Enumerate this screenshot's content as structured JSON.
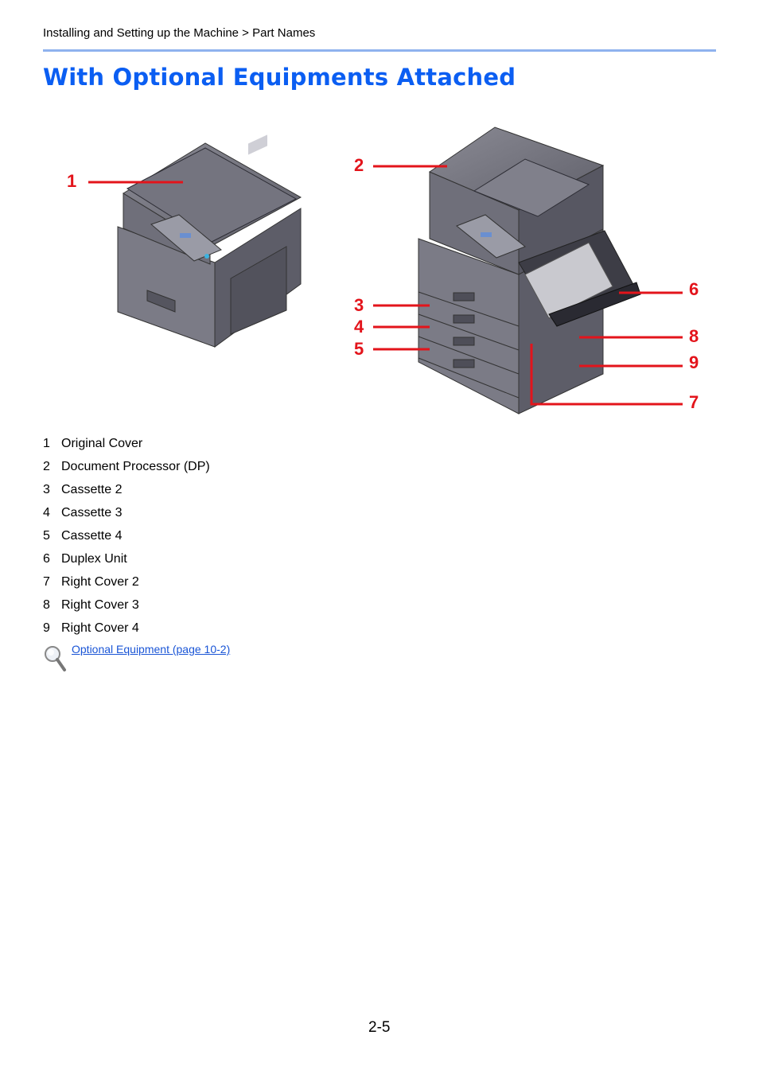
{
  "header": {
    "breadcrumb": "Installing and Setting up the Machine > Part Names"
  },
  "page": {
    "title": "With Optional Equipments Attached",
    "page_number": "2-5"
  },
  "colors": {
    "title": "#0b5ef2",
    "rule": "#8fb2ee",
    "callout": "#e3141b",
    "link": "#1a55d6",
    "machine": "#6d6d78"
  },
  "callouts": [
    "1",
    "2",
    "3",
    "4",
    "5",
    "6",
    "7",
    "8",
    "9"
  ],
  "parts": [
    {
      "num": "1",
      "name": "Original Cover"
    },
    {
      "num": "2",
      "name": "Document Processor (DP)"
    },
    {
      "num": "3",
      "name": "Cassette 2"
    },
    {
      "num": "4",
      "name": "Cassette 3"
    },
    {
      "num": "5",
      "name": "Cassette 4"
    },
    {
      "num": "6",
      "name": "Duplex Unit"
    },
    {
      "num": "7",
      "name": "Right Cover 2"
    },
    {
      "num": "8",
      "name": "Right Cover 3"
    },
    {
      "num": "9",
      "name": "Right Cover 4"
    }
  ],
  "reference": {
    "icon": "magnifier-icon",
    "link_text": "Optional Equipment (page 10-2)"
  }
}
